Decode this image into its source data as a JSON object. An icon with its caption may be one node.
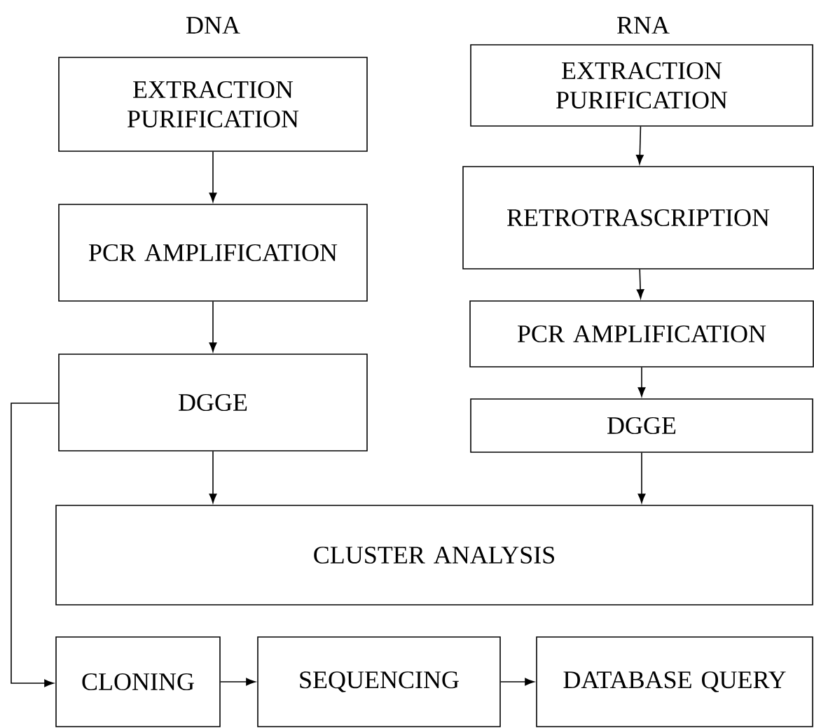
{
  "diagram": {
    "nodes": [
      {
        "text": [
          "EXTRACTION PURIFICATION"
        ]
      },
      {
        "text": [
          "PCR AMPLIFICATION"
        ]
      },
      {
        "text": [
          "DGGE"
        ]
      },
      {
        "text": [
          "EXTRACTION PURIFICATION"
        ]
      },
      {
        "text": [
          "RETROTRASCRIPTION"
        ]
      },
      {
        "text": [
          "PCR AMPLIFICATION"
        ]
      },
      {
        "text": [
          "DGGE"
        ]
      },
      {
        "text": [
          "CLUSTER ANALYSIS"
        ]
      },
      {
        "text": [
          "CLONING"
        ]
      },
      {
        "text": [
          "SEQUENCING"
        ]
      },
      {
        "text": [
          "DATABASE QUERY"
        ]
      }
    ],
    "edges": [
      {
        "from": 0,
        "to": 1,
        "arrow": "to"
      },
      {
        "from": 1,
        "to": 2,
        "arrow": "to"
      },
      {
        "from": 3,
        "to": 4,
        "arrow": "to"
      },
      {
        "from": 4,
        "to": 5,
        "arrow": "to"
      },
      {
        "from": 5,
        "to": 6,
        "arrow": "to"
      },
      {
        "from": 2,
        "to": 7,
        "arrow": "to"
      },
      {
        "from": 6,
        "to": 7,
        "arrow": "to"
      },
      {
        "from": 2,
        "to": 8,
        "arrow": "to"
      },
      {
        "from": 8,
        "to": 9,
        "arrow": "to"
      },
      {
        "from": 9,
        "to": 10,
        "arrow": "to"
      }
    ],
    "labels": [
      "DNA",
      "RNA"
    ]
  }
}
